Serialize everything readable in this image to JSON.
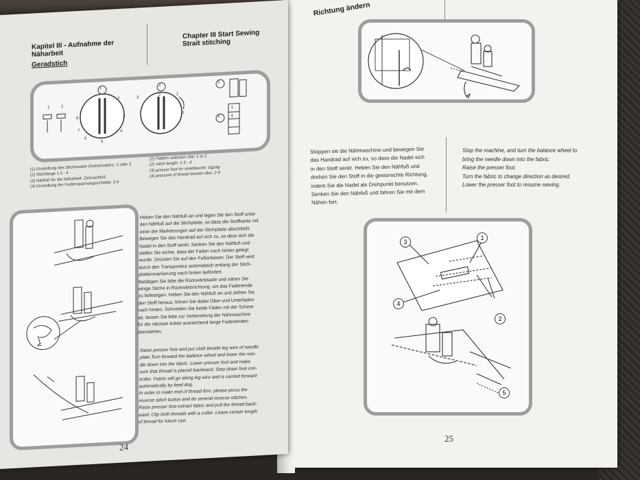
{
  "left_page": {
    "title_de_line1": "Kapitel III - Aufnahme der",
    "title_de_line2": "Näharbeit",
    "subtitle_de": "Geradstich",
    "title_en_line1": "Chapter III Start Sewing",
    "title_en_line2": "Strait stitching",
    "dial_numbers": [
      "1",
      "2",
      "3",
      "4",
      "5",
      "6"
    ],
    "pattern_dial_digits": [
      "1",
      "2",
      "3",
      "4",
      "5",
      "6",
      "7",
      "8"
    ],
    "tension_dial_digits": [
      "2",
      "3",
      "1",
      "0"
    ],
    "lever_labels": [
      "1",
      "2"
    ],
    "legend_de": [
      "(1) Einstellung des Stichmuster-Drehschalters: 1 oder 2",
      "(2) Stichlänge 1.5 - 4",
      "(3) Nähfuß für die Näharbeit: Zickzackfuß",
      "(4) Einstellung der Fadenspannungsscheibe. 2-6"
    ],
    "legend_en": [
      "(1) Pattern selection dial: 1 or 2",
      "(2) stitch length: 1.5 - 4",
      "(3) presser foot for needlework: zigzag",
      "(4) pressure of thread tension disc: 2-6"
    ],
    "body_de": [
      "Heben Sie den Nähfuß an und legen Sie den Stoff unter",
      "den Nähfuß auf die Stichplatte, so dass die Stoffkante mit",
      "einer der Markierungen auf der Stichplatte abschließt.",
      "Bewegen Sie das Handrad auf sich zu, so dass sich die",
      "Nadel in den Stoff senkt. Senken Sie den Nähfuß und",
      "stellen Sie sicher, dass der Faden nach hinten gelegt",
      "wurde. Drücken Sie auf den Fußanlasser. Der Stoff wird",
      "durch den Transporteur automatisch entlang der Stich-",
      "plattenmarkierung nach hinten befördert.",
      "Betätigen Sie bitte die Rückwärtstaste und nähen Sie",
      "einige Stiche in Rückwärtsrichtung, um das Fadenende",
      "zu befestigen. Heben Sie den Nähfuß an und ziehen Sie",
      "den Stoff heraus, führen Sie dabei Ober-und Unterfaden",
      "nach hinten. Schneiden Sie beide Fäden mit der Schere",
      "ab, lassen Sie bitte zur Vorbereitung der Nähmaschine",
      "für die nächste Arbeit ausreichend lange Fadenenden",
      "überstehen."
    ],
    "body_en": [
      "Raise presser foot and put cloth beside leg wire of needle",
      "plate.Turn forward the balance wheel and lower the nee-",
      "dle down into the fabric. Lower presser foot and make",
      "sure that thread is placed backward. Step down foot con-",
      "troller. Fabric will go along leg wire and is carried forward",
      "automatically by feed dog.",
      "In order to make end of thread firm, please press the",
      "reverse stitch button and do several reverse stitches.",
      "Raise presser foot extract fabric and pull the thread back-",
      "ward. Clip both threads with a cutter. Leave certain length",
      "of thread for future use."
    ],
    "page_number": "24"
  },
  "right_page": {
    "title_de": "Richtung ändern",
    "body_de": [
      "Stoppen sie die Nähmaschine und bewegen Sie",
      "das Handrad auf sich zu, so dass die Nadel sich",
      "in den Stoff senkt. Heben Sie den Nähfuß und",
      "drehen Sie den Stoff in die gewünschte Richtung,",
      "indem Sie die Nadel als Drehpunkt benutzen.",
      "Senken Sie den Nähfuß und fahren Sie mit dem",
      "Nähen fort."
    ],
    "body_en": [
      "Stop the machine, and turn the balance wheel to",
      "bring the needle down into the fabric.",
      "Raise the presser foot.",
      "Turn the fabric to change direction as desired.",
      "Lower the presser foot to resume sewing."
    ],
    "callouts": [
      "1",
      "2",
      "3",
      "4",
      "5"
    ],
    "page_number": "25"
  }
}
